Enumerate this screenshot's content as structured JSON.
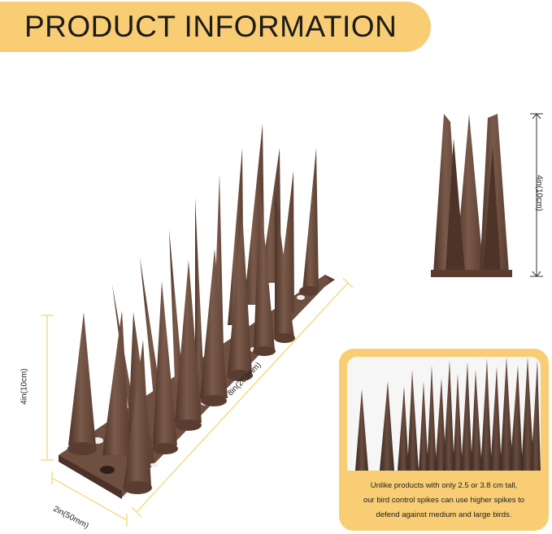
{
  "header": {
    "title": "PRODUCT INFORMATION"
  },
  "dimensions": {
    "height_main": "4in(10cm)",
    "length": "8in(203mm)",
    "width": "2in(50mm)",
    "height_side": "4in(10cm)"
  },
  "callout": {
    "lines": [
      "Unlike products with only 2.5 or 3.8 cm tall,",
      "our bird control spikes can use higher spikes to",
      "defend against medium and large birds."
    ]
  },
  "colors": {
    "accent": "#f8cd74",
    "spike_brown": "#6e4f40",
    "dimension_line": "#f1dc8a"
  }
}
